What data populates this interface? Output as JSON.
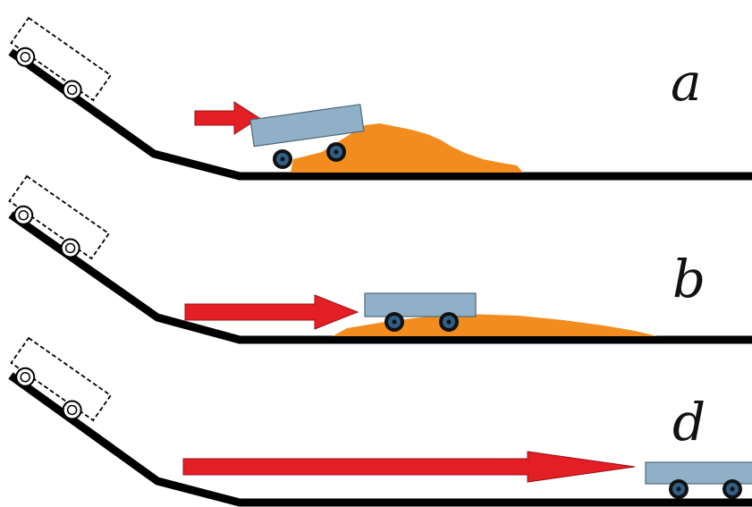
{
  "panels": [
    {
      "id": "a",
      "label": "a"
    },
    {
      "id": "b",
      "label": "b"
    },
    {
      "id": "d",
      "label": "d"
    }
  ],
  "colors": {
    "track": "#000000",
    "arrow": "#e31e24",
    "sand": "#f28c1f",
    "cart_body": "#8fb0c6",
    "cart_body_stroke": "#506878",
    "wheel_outer": "#111111",
    "wheel_rim": "#2f5f85",
    "ghost_stroke": "#000000"
  }
}
